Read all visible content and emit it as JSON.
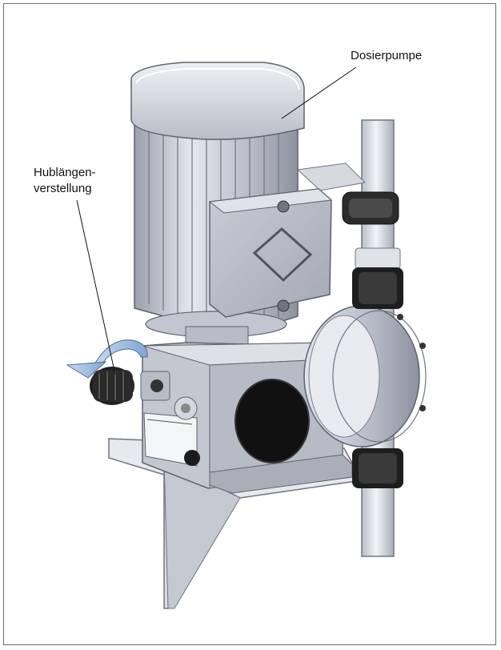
{
  "labels": {
    "pump": "Dosierpumpe",
    "stroke_line1": "Hublängen-",
    "stroke_line2": "verstellung"
  },
  "colors": {
    "frame": "#6b6b6b",
    "metal_light": "#d9dce3",
    "metal_mid": "#b4b8c4",
    "metal_dark": "#7d818d",
    "black": "#1b1b1b",
    "arrow_blue": "#7fa6d4"
  }
}
